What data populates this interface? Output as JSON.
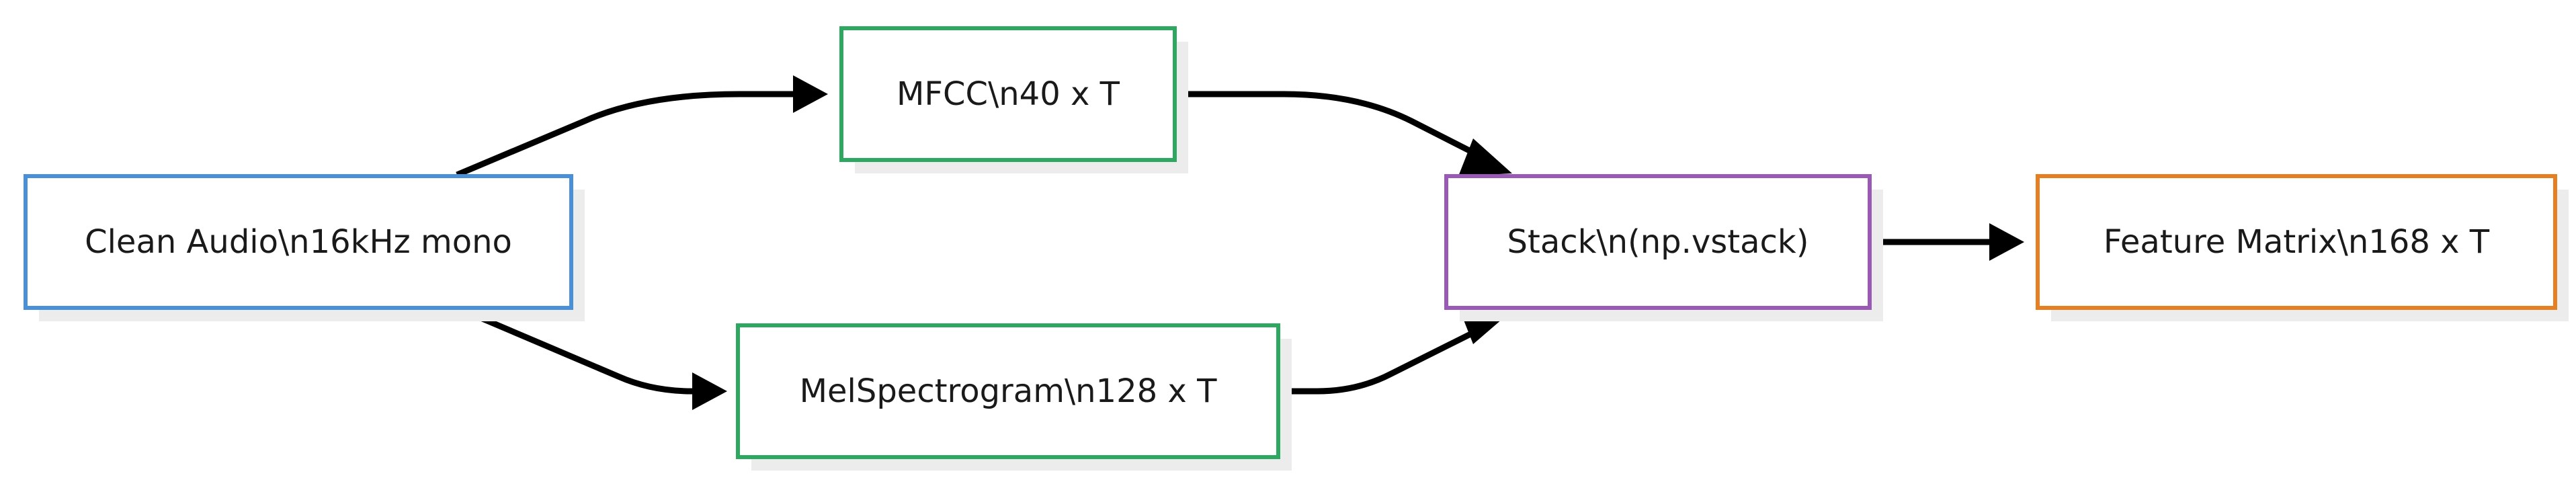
{
  "diagram": {
    "nodes": [
      {
        "id": "clean-audio",
        "label": "Clean Audio\\n16kHz mono",
        "color": "#4a90d9"
      },
      {
        "id": "mfcc",
        "label": "MFCC\\n40 x T",
        "color": "#2ea861"
      },
      {
        "id": "melspectrogram",
        "label": "MelSpectrogram\\n128 x T",
        "color": "#2ea861"
      },
      {
        "id": "stack",
        "label": "Stack\\n(np.vstack)",
        "color": "#9b59b6"
      },
      {
        "id": "feature-matrix",
        "label": "Feature Matrix\\n168 x T",
        "color": "#e67e22"
      }
    ],
    "edges": [
      {
        "from": "clean-audio",
        "to": "mfcc"
      },
      {
        "from": "clean-audio",
        "to": "melspectrogram"
      },
      {
        "from": "mfcc",
        "to": "stack"
      },
      {
        "from": "melspectrogram",
        "to": "stack"
      },
      {
        "from": "stack",
        "to": "feature-matrix"
      }
    ]
  }
}
